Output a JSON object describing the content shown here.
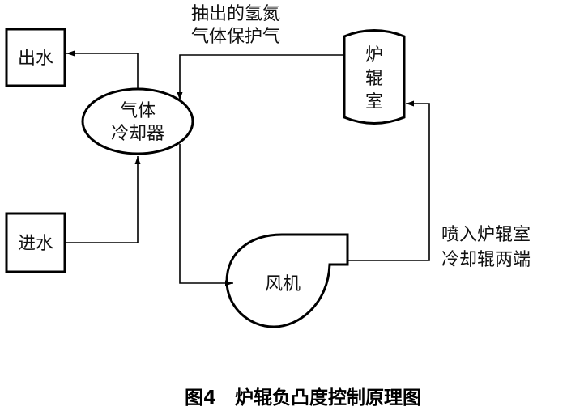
{
  "nodes": {
    "outlet_water": "出水",
    "inlet_water": "进水",
    "cooler": [
      "气体",
      "冷却器"
    ],
    "furnace": [
      "炉",
      "辊",
      "室"
    ],
    "fan": "风机"
  },
  "edge_labels": {
    "extracted_gas": [
      "抽出的氢氮",
      "气体保护气"
    ],
    "spray_into": [
      "喷入炉辊室",
      "冷却辊两端"
    ]
  },
  "caption": "图4　炉辊负凸度控制原理图"
}
